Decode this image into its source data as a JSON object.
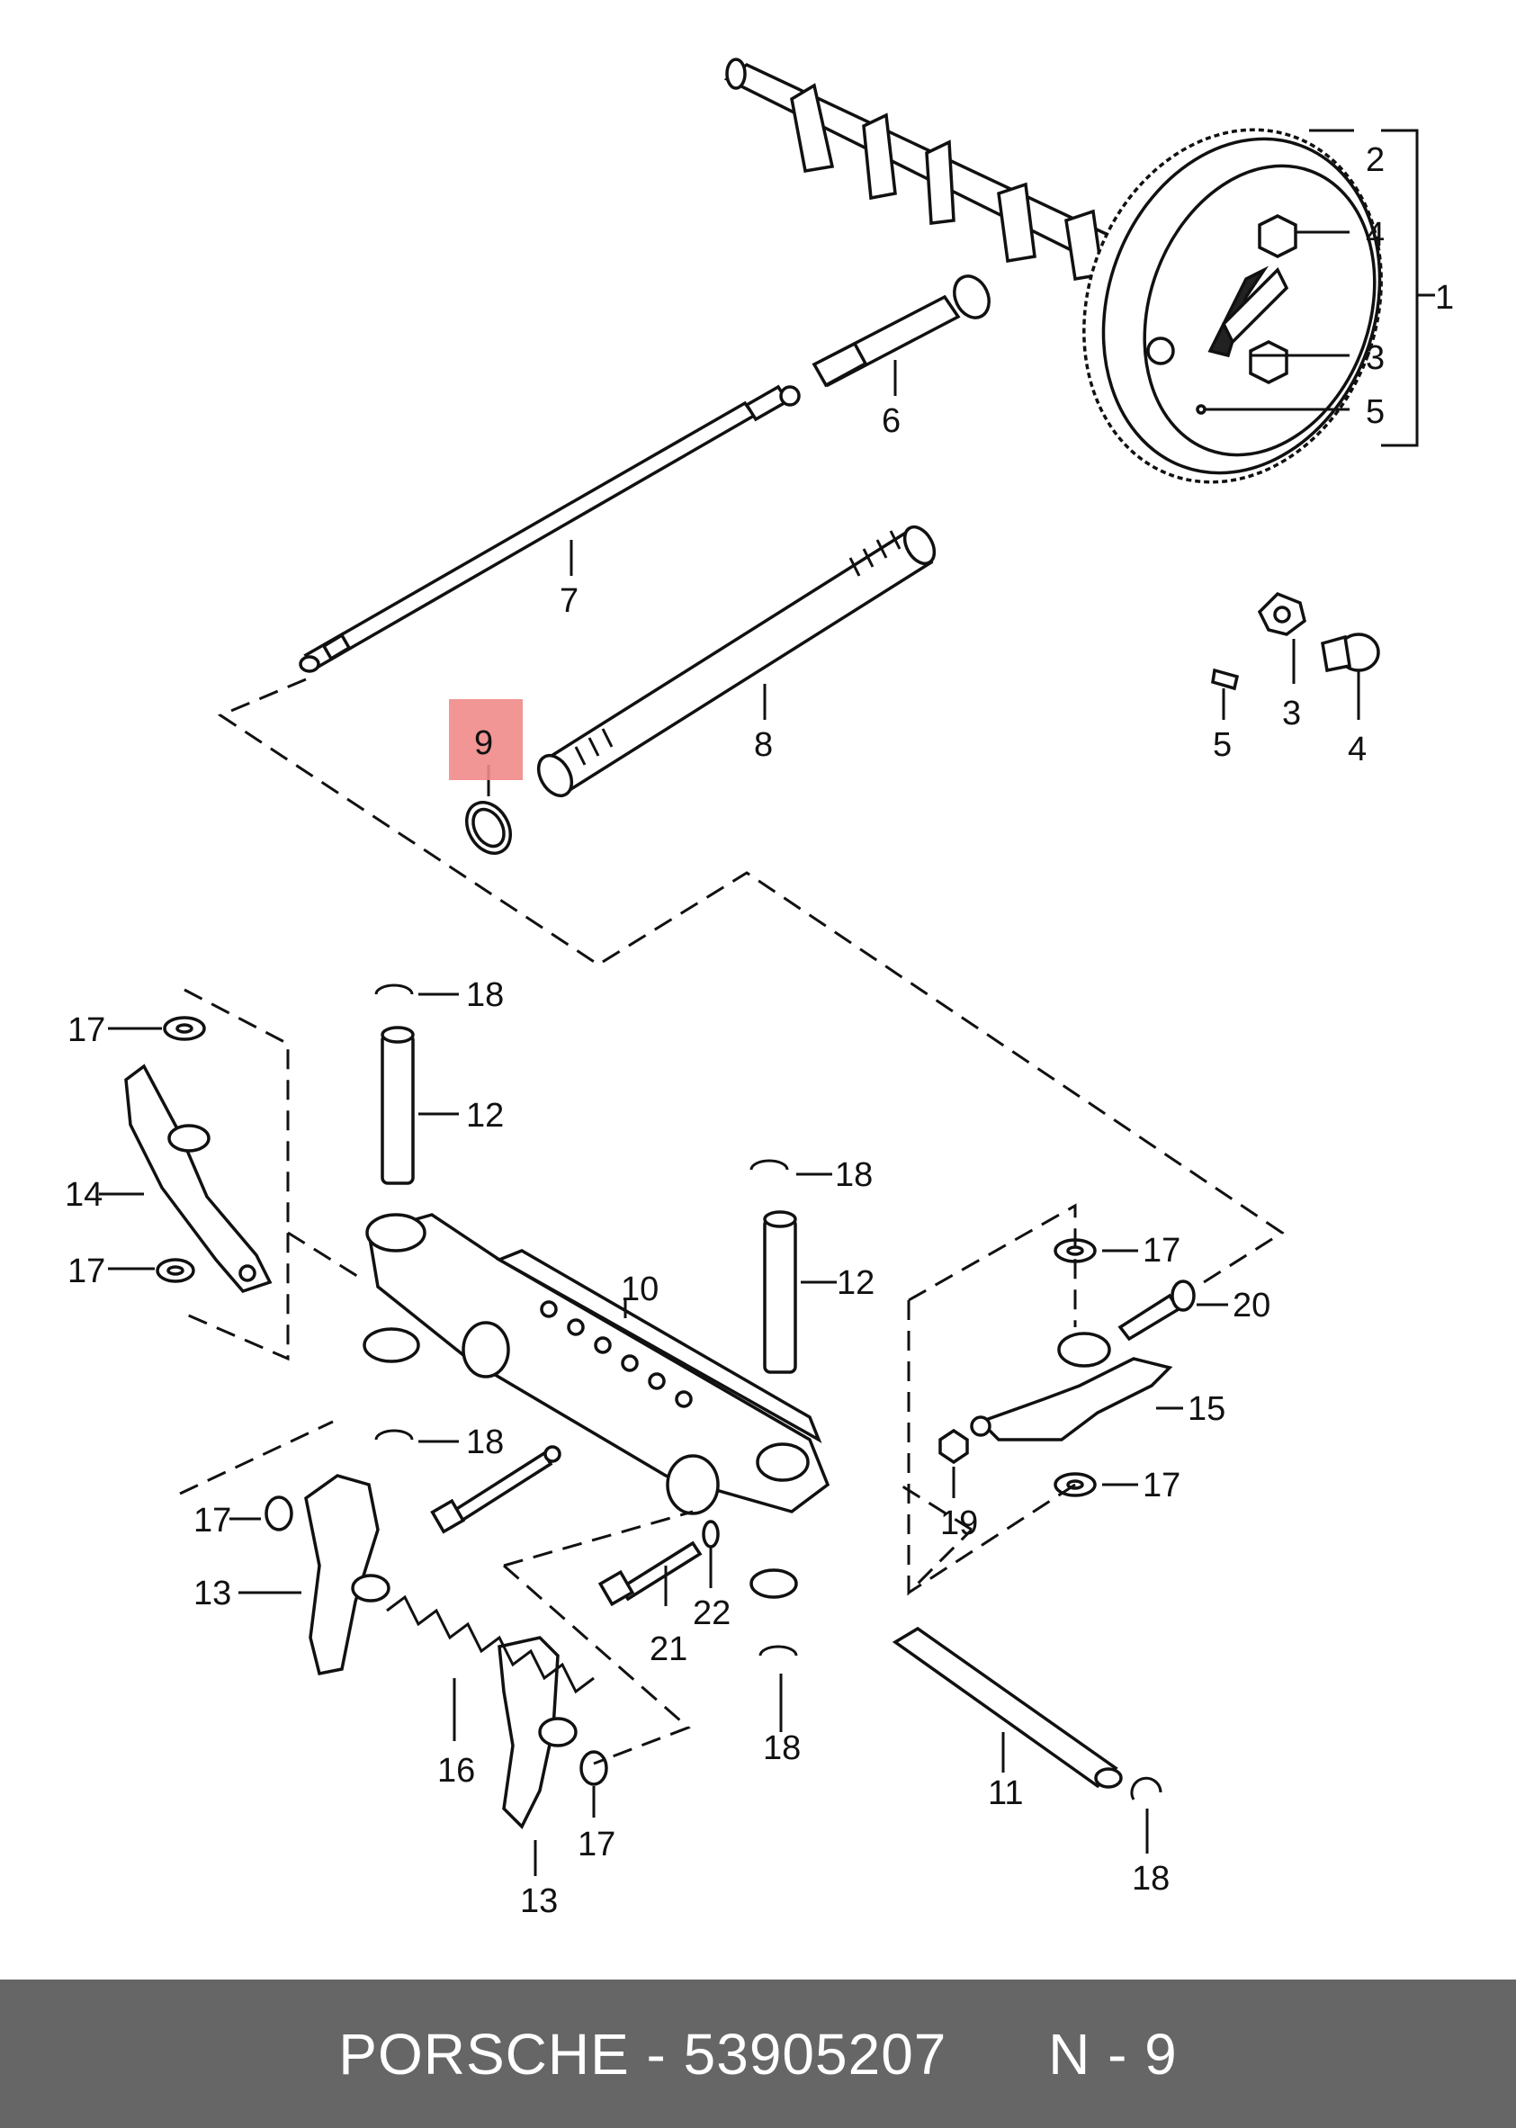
{
  "footer": {
    "brand": "PORSCHE",
    "separator": "-",
    "part_number": "53905207",
    "diagram_ref": "N - 9"
  },
  "highlight": {
    "label": "9",
    "color": "#f08a8a"
  },
  "callouts": {
    "c1": "1",
    "c2": "2",
    "c3a": "3",
    "c4a": "4",
    "c5a": "5",
    "c6": "6",
    "c7": "7",
    "c8": "8",
    "c9": "9",
    "c3b": "3",
    "c4b": "4",
    "c5b": "5",
    "c10": "10",
    "c11": "11",
    "c12a": "12",
    "c12b": "12",
    "c13a": "13",
    "c13b": "13",
    "c14": "14",
    "c15": "15",
    "c16": "16",
    "c17a": "17",
    "c17b": "17",
    "c17c": "17",
    "c17d": "17",
    "c17e": "17",
    "c17f": "17",
    "c18a": "18",
    "c18b": "18",
    "c18c": "18",
    "c18d": "18",
    "c18e": "18",
    "c19": "19",
    "c20": "20",
    "c21": "21",
    "c22": "22"
  }
}
